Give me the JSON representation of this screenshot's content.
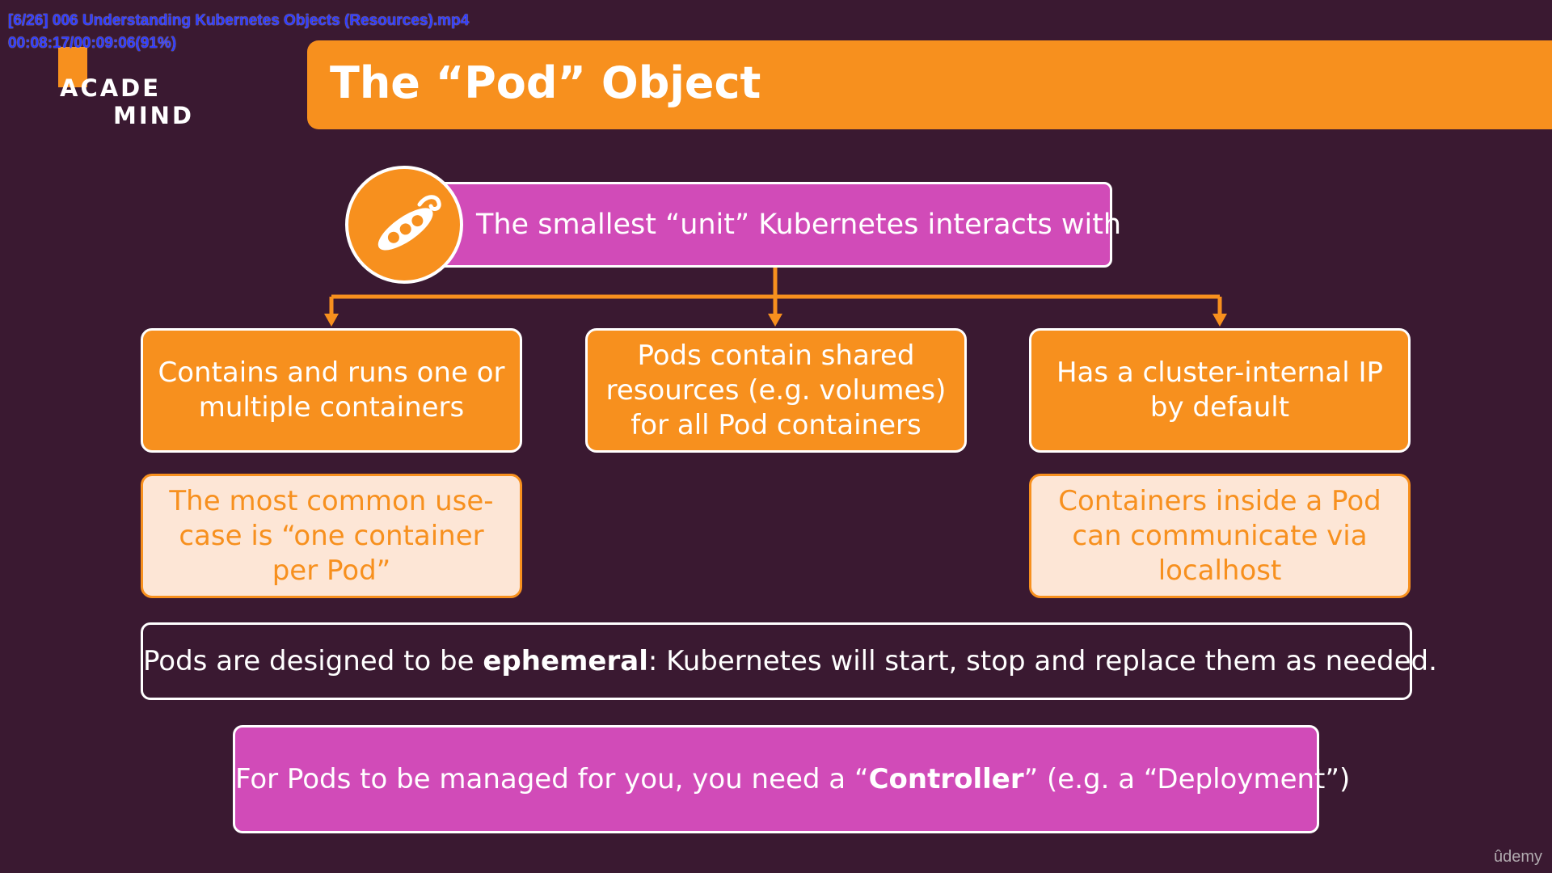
{
  "player": {
    "file_title": "[6/26] 006 Understanding Kubernetes Objects (Resources).mp4",
    "time_readout": "00:08:17/00:09:06(91%)"
  },
  "logo": {
    "line1": "ACADE",
    "line2": "MIND"
  },
  "slide": {
    "title": "The “Pod” Object",
    "top_statement": "The smallest “unit” Kubernetes interacts with",
    "boxes": [
      {
        "text": "Contains and runs one or multiple containers"
      },
      {
        "text": "Pods contain shared resources (e.g. volumes) for all Pod containers"
      },
      {
        "text": "Has a cluster-internal IP by default"
      }
    ],
    "notes": [
      {
        "text": "The most common use-case is “one container per Pod”"
      },
      {
        "text": "Containers inside a Pod can communicate via localhost"
      }
    ],
    "ephemeral": {
      "before": "Pods are designed to be ",
      "bold": "ephemeral",
      "after": ": Kubernetes will start, stop and replace them as needed."
    },
    "controller": {
      "before": "For Pods to be managed for you, you need a “",
      "bold": "Controller",
      "after": "” (e.g. a “Deployment”)"
    }
  },
  "watermark": "ûdemy",
  "colors": {
    "background": "#3a1931",
    "orange": "#f7901e",
    "pink": "#d14bb8",
    "peach": "#fde6d6",
    "white": "#ffffff"
  },
  "icons": {
    "pod": "pea-pod-icon"
  }
}
